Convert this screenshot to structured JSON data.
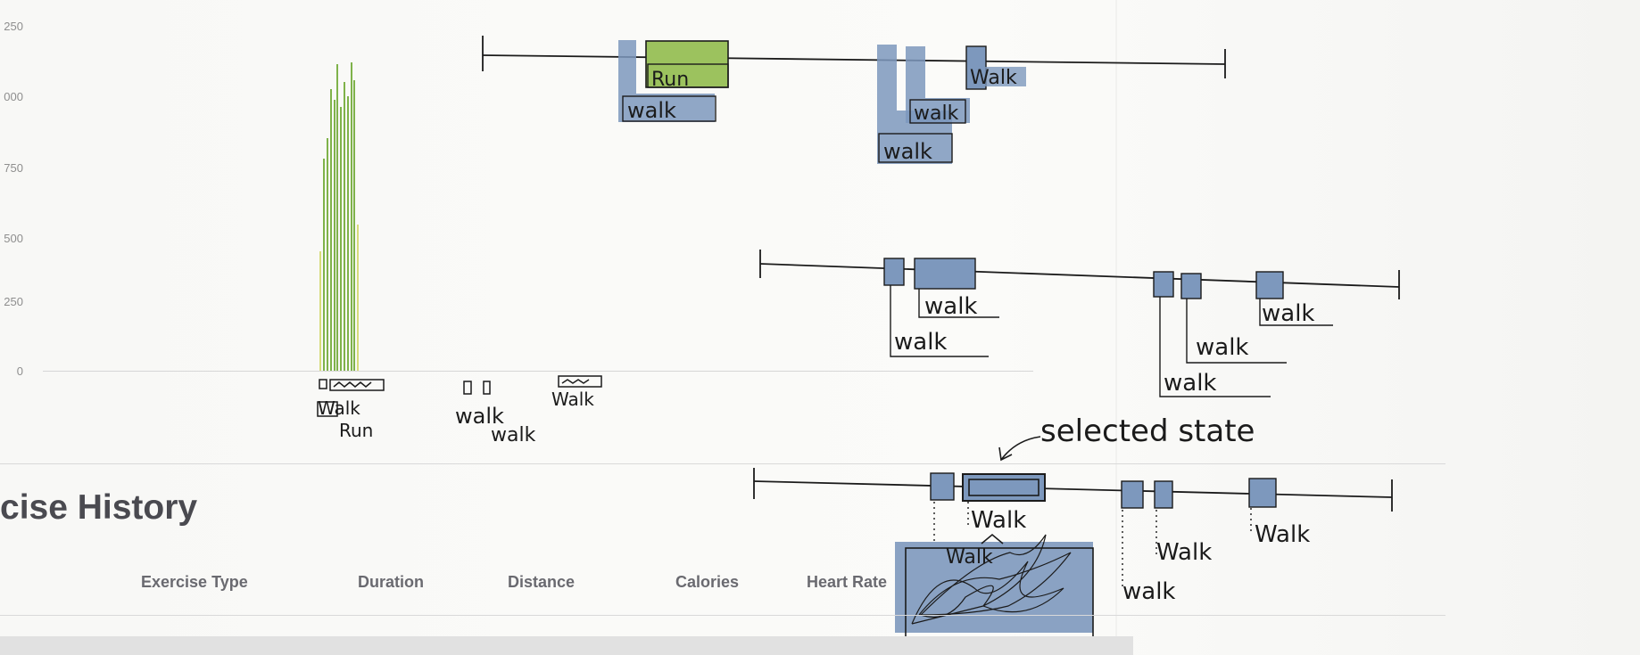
{
  "chart": {
    "y_ticks": [
      "250",
      "000",
      "750",
      "500",
      "250",
      "0"
    ]
  },
  "section": {
    "title": "cise History"
  },
  "table": {
    "columns": [
      "Exercise Type",
      "Duration",
      "Distance",
      "Calories",
      "Heart Rate"
    ]
  },
  "annotations": {
    "run": "Run",
    "walk": "walk",
    "walk_cap": "Walk",
    "selected_state": "selected state"
  },
  "colors": {
    "walk_block": "#7d98bd",
    "run_block": "#9cc25e",
    "bar_green": "#7fb24a",
    "bar_yellow": "#d7dc7a",
    "ink": "#1b1b1b"
  }
}
